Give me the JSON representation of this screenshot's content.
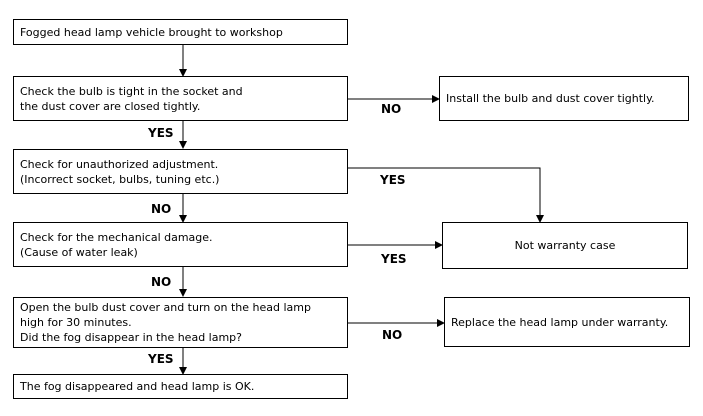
{
  "boxes": {
    "start": [
      "Fogged head lamp vehicle brought to workshop"
    ],
    "check_bulb": [
      "Check the bulb is tight in the socket and",
      "the dust cover are closed tightly."
    ],
    "install_bulb": [
      "Install the bulb and dust cover tightly."
    ],
    "check_adjustment": [
      "Check for unauthorized adjustment.",
      "(Incorrect socket, bulbs, tuning etc.)"
    ],
    "check_damage": [
      "Check for the mechanical damage.",
      "(Cause of water leak)"
    ],
    "not_warranty": [
      "Not warranty case"
    ],
    "open_cover": [
      "Open the bulb dust cover and turn on the head lamp",
      "high for 30 minutes.",
      "Did the fog disappear in the head lamp?"
    ],
    "replace_lamp": [
      "Replace the head lamp under warranty."
    ],
    "fog_ok": [
      "The fog disappeared and head lamp is OK."
    ]
  },
  "labels": {
    "bulb_no": "NO",
    "bulb_yes": "YES",
    "adjust_yes": "YES",
    "adjust_no": "NO",
    "damage_yes": "YES",
    "damage_no": "NO",
    "fog_no": "NO",
    "fog_yes": "YES"
  }
}
